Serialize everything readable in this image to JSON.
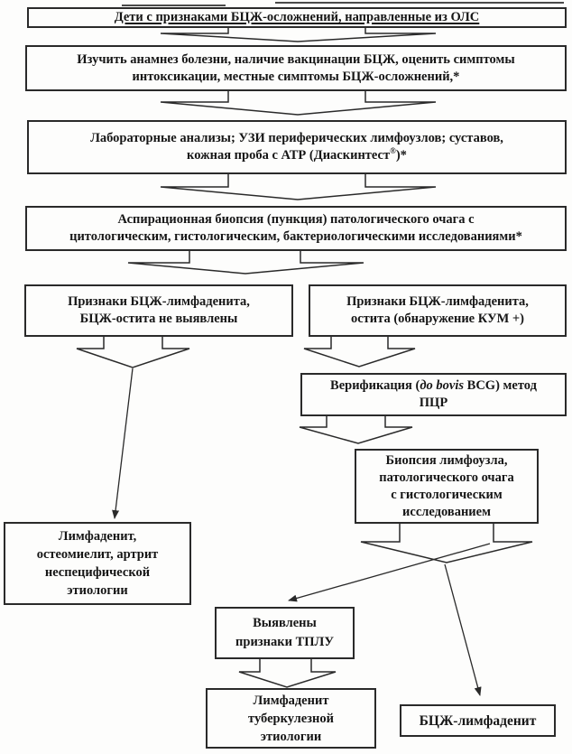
{
  "document": {
    "type": "flowchart",
    "language": "ru",
    "topic": "Диагностика БЦЖ-осложнений у детей"
  },
  "colors": {
    "ink": "#2a2a2a",
    "text": "#161616",
    "paper": "#fdfdfc"
  },
  "boxes": {
    "referral": {
      "lines": [
        "Дети с признаками БЦЖ-осложнений, направленные из ОЛС"
      ]
    },
    "anamnesis": {
      "lines": [
        "Изучить анамнез болезни, наличие вакцинации БЦЖ, оценить симптомы",
        "интоксикации, местные симптомы БЦЖ-осложнений,*"
      ]
    },
    "lab": {
      "line1": "Лабораторные анализы; УЗИ периферических лимфоузлов; суставов,",
      "line2_pre": "кожная проба с АТР (Диаскинтест",
      "line2_sup": "®",
      "line2_post": ")*"
    },
    "aspiration_biopsy": {
      "lines": [
        "Аспирационная биопсия (пункция) патологического очага с",
        "цитологическим, гистологическим, бактериологическими исследованиями*"
      ]
    },
    "no_signs": {
      "lines": [
        "Признаки БЦЖ-лимфаденита,",
        "БЦЖ-остита не выявлены"
      ]
    },
    "signs_kum": {
      "lines": [
        "Признаки БЦЖ-лимфаденита,",
        "остита (обнаружение КУМ +)"
      ]
    },
    "verification": {
      "line1_pre": "Верификация (",
      "line1_italic": "до bovis",
      "line1_post": " BCG) метод",
      "line2": "ПЦР"
    },
    "node_biopsy": {
      "lines": [
        "Биопсия лимфоузла,",
        "патологического очага",
        "с гистологическим",
        "исследованием"
      ]
    },
    "nonspecific": {
      "lines": [
        "Лимфаденит,",
        "остеомиелит, артрит",
        "неспецифической",
        "этиологии"
      ]
    },
    "tplu": {
      "lines": [
        "Выявлены",
        "признаки ТПЛУ"
      ]
    },
    "tb_lymphadenitis": {
      "lines": [
        "Лимфаденит",
        "туберкулезной",
        "этиологии"
      ]
    },
    "bcg_lymphadenitis": {
      "lines": [
        "БЦЖ-лимфаденит"
      ]
    }
  }
}
